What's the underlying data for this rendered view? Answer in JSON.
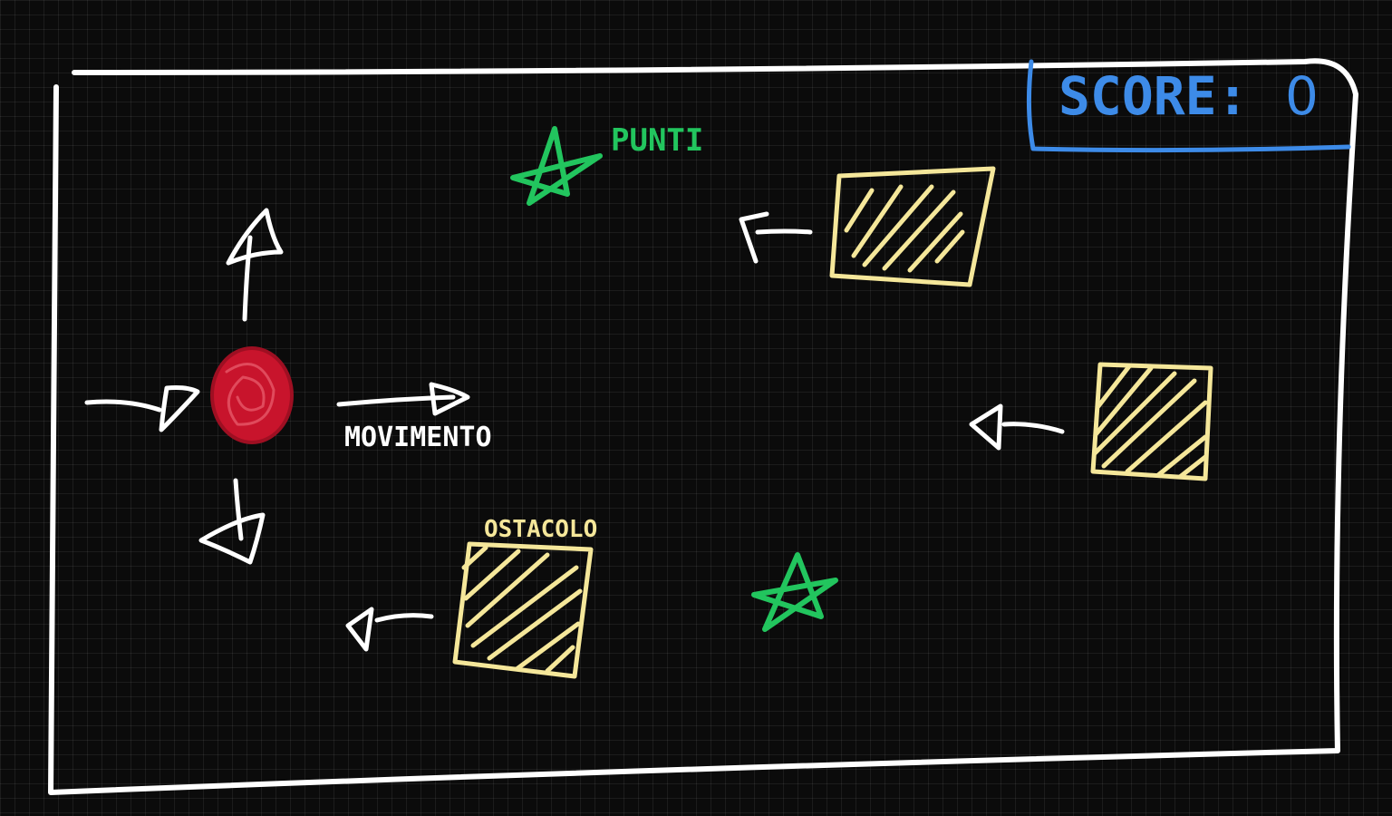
{
  "hud": {
    "score_label": "SCORE:",
    "score_value": "0"
  },
  "labels": {
    "points": "PUNTI",
    "movement": "MOVIMENTO",
    "obstacle": "OSTACOLO"
  },
  "colors": {
    "board": "#ffffff",
    "score": "#3d8be8",
    "player": "#c8142c",
    "star": "#22c55e",
    "obstacle": "#f5e79a"
  },
  "entities": {
    "player": "red-ball",
    "stars": 2,
    "obstacles": 3
  }
}
